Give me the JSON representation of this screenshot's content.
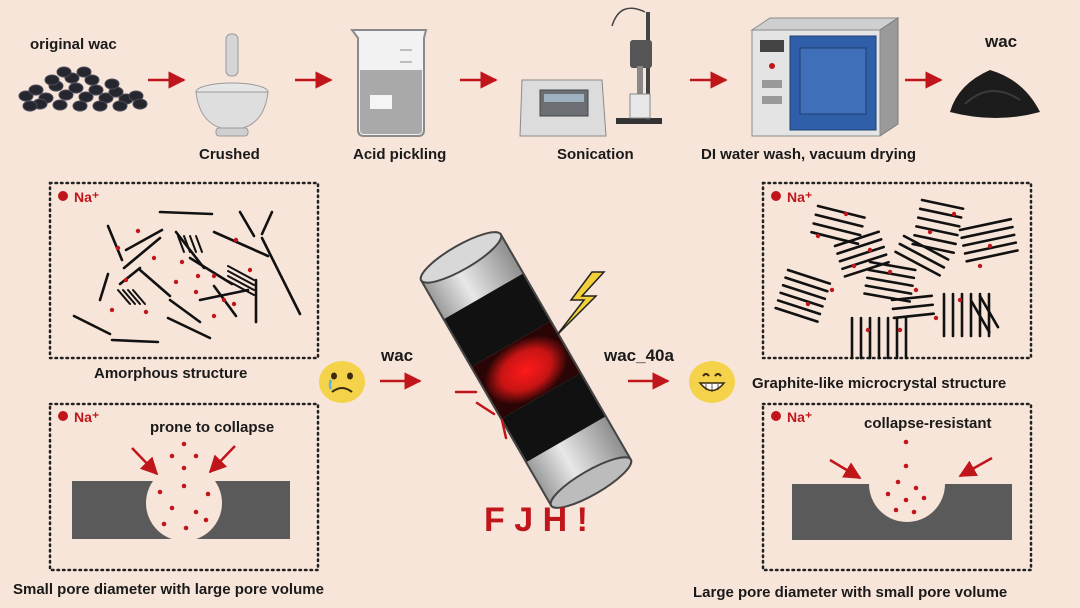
{
  "process": {
    "original_label": "original wac",
    "steps": [
      "Crushed",
      "Acid pickling",
      "Sonication",
      "DI water wash, vacuum drying"
    ],
    "final_label": "wac"
  },
  "legend": {
    "na": "Na⁺"
  },
  "left": {
    "structure_caption": "Amorphous structure",
    "pore_note": "prone to collapse",
    "pore_caption": "Small pore diameter with large pore volume"
  },
  "right": {
    "structure_caption": "Graphite-like microcrystal structure",
    "pore_note": "collapse-resistant",
    "pore_caption": "Large pore diameter with small pore volume"
  },
  "center": {
    "input_label": "wac",
    "output_label": "wac_40a",
    "title": "F J H !"
  },
  "colors": {
    "background": "#f8e5d9",
    "accent_red": "#c0161b",
    "pore_block": "#5a5a5a",
    "emoji": "#f4d24a"
  }
}
